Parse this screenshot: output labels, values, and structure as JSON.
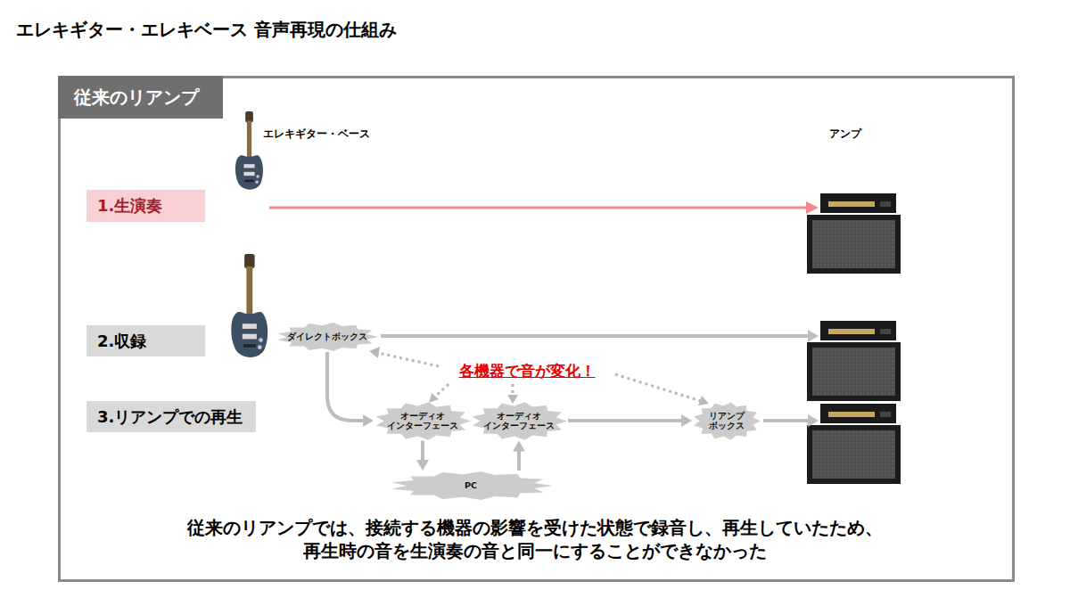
{
  "diagram": {
    "title": "エレキギター・エレキベース 音声再現の仕組み",
    "caption": "従来のリアンプでは、接続する機器の影響を受けた状態で録音し、再生していたため、 再生時の音を生演奏の音と同一にすることができなかった",
    "nodes": [
      {
        "text": [
          "従来のリアンプ"
        ]
      },
      {
        "text": [
          "1.生演奏"
        ],
        "in": 0
      },
      {
        "text": [
          "2.収録"
        ],
        "in": 0
      },
      {
        "text": [
          "3.リアンプでの再生"
        ],
        "in": 0
      },
      {
        "text": [
          "ダイレクトボックス"
        ],
        "in": 0
      },
      {
        "text": [
          "オーディオ インターフェース"
        ],
        "in": 0
      },
      {
        "text": [
          "オーディオ インターフェース"
        ],
        "in": 0
      },
      {
        "text": [
          "PC"
        ],
        "in": 0
      },
      {
        "text": [
          "リアンプ ボックス"
        ],
        "in": 0
      }
    ],
    "edges": [
      {
        "from": 4,
        "to": 5,
        "arrow": "to"
      },
      {
        "from": 5,
        "to": 7,
        "arrow": "to"
      },
      {
        "from": 7,
        "to": 6,
        "arrow": "to"
      },
      {
        "from": 6,
        "to": 8,
        "arrow": "to"
      }
    ],
    "labels": [
      "エレキギター・ベース",
      "アンプ",
      "各機器で音が変化！"
    ]
  }
}
